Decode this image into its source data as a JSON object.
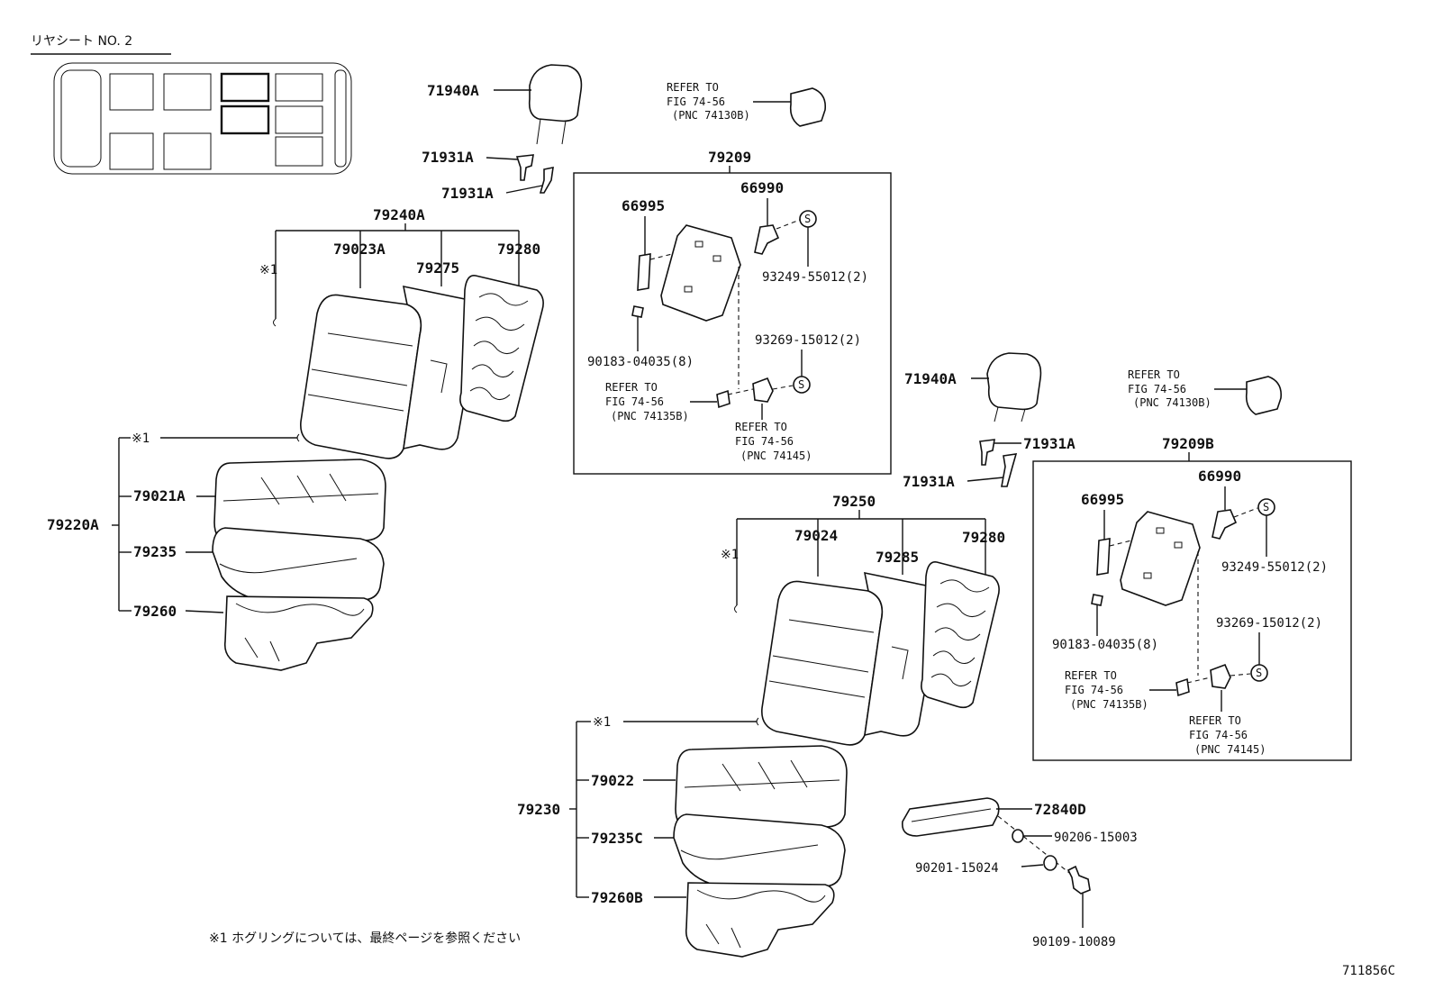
{
  "header": {
    "title": "リヤシート NO. 2"
  },
  "footnote": "※1 ホグリングについては、最終ページを参照ください",
  "figure_id": "711856C",
  "markers": {
    "s": "S",
    "note_mark": "※1"
  },
  "left_group": {
    "headrest": "71940A",
    "support_a": "71931A",
    "support_b": "71931A",
    "back_assy": "79240A",
    "back_cover": "79023A",
    "back_pad": "79275",
    "back_frame": "79280",
    "cushion_assy": "79220A",
    "cushion_cover": "79021A",
    "cushion_pad": "79235",
    "cushion_frame": "79260",
    "note_back": "※1",
    "note_cushion": "※1"
  },
  "left_box": {
    "title": "79209",
    "p1": "66995",
    "p2": "66990",
    "p3": "93249-55012(2)",
    "p4": "90183-04035(8)",
    "p5": "93269-15012(2)",
    "ref_top": {
      "l1": "REFER TO",
      "l2": "FIG 74-56",
      "l3": "(PNC 74130B)"
    },
    "ref_a": {
      "l1": "REFER TO",
      "l2": "FIG 74-56",
      "l3": "(PNC 74135B)"
    },
    "ref_b": {
      "l1": "REFER TO",
      "l2": "FIG 74-56",
      "l3": "(PNC 74145)"
    }
  },
  "right_group": {
    "headrest": "71940A",
    "support_a": "71931A",
    "support_b": "71931A",
    "back_assy": "79250",
    "back_cover": "79024",
    "back_pad": "79285",
    "back_frame": "79280",
    "cushion_assy": "79230",
    "cushion_cover": "79022",
    "cushion_pad": "79235C",
    "cushion_frame": "79260B",
    "note_back": "※1",
    "note_cushion": "※1"
  },
  "right_box": {
    "title": "79209B",
    "p1": "66995",
    "p2": "66990",
    "p3": "93249-55012(2)",
    "p4": "90183-04035(8)",
    "p5": "93269-15012(2)",
    "ref_top": {
      "l1": "REFER TO",
      "l2": "FIG 74-56",
      "l3": "(PNC 74130B)"
    },
    "ref_a": {
      "l1": "REFER TO",
      "l2": "FIG 74-56",
      "l3": "(PNC 74135B)"
    },
    "ref_b": {
      "l1": "REFER TO",
      "l2": "FIG 74-56",
      "l3": "(PNC 74145)"
    }
  },
  "armrest": {
    "rest": "72840D",
    "washer": "90206-15003",
    "washer2": "90201-15024",
    "bolt": "90109-10089"
  }
}
